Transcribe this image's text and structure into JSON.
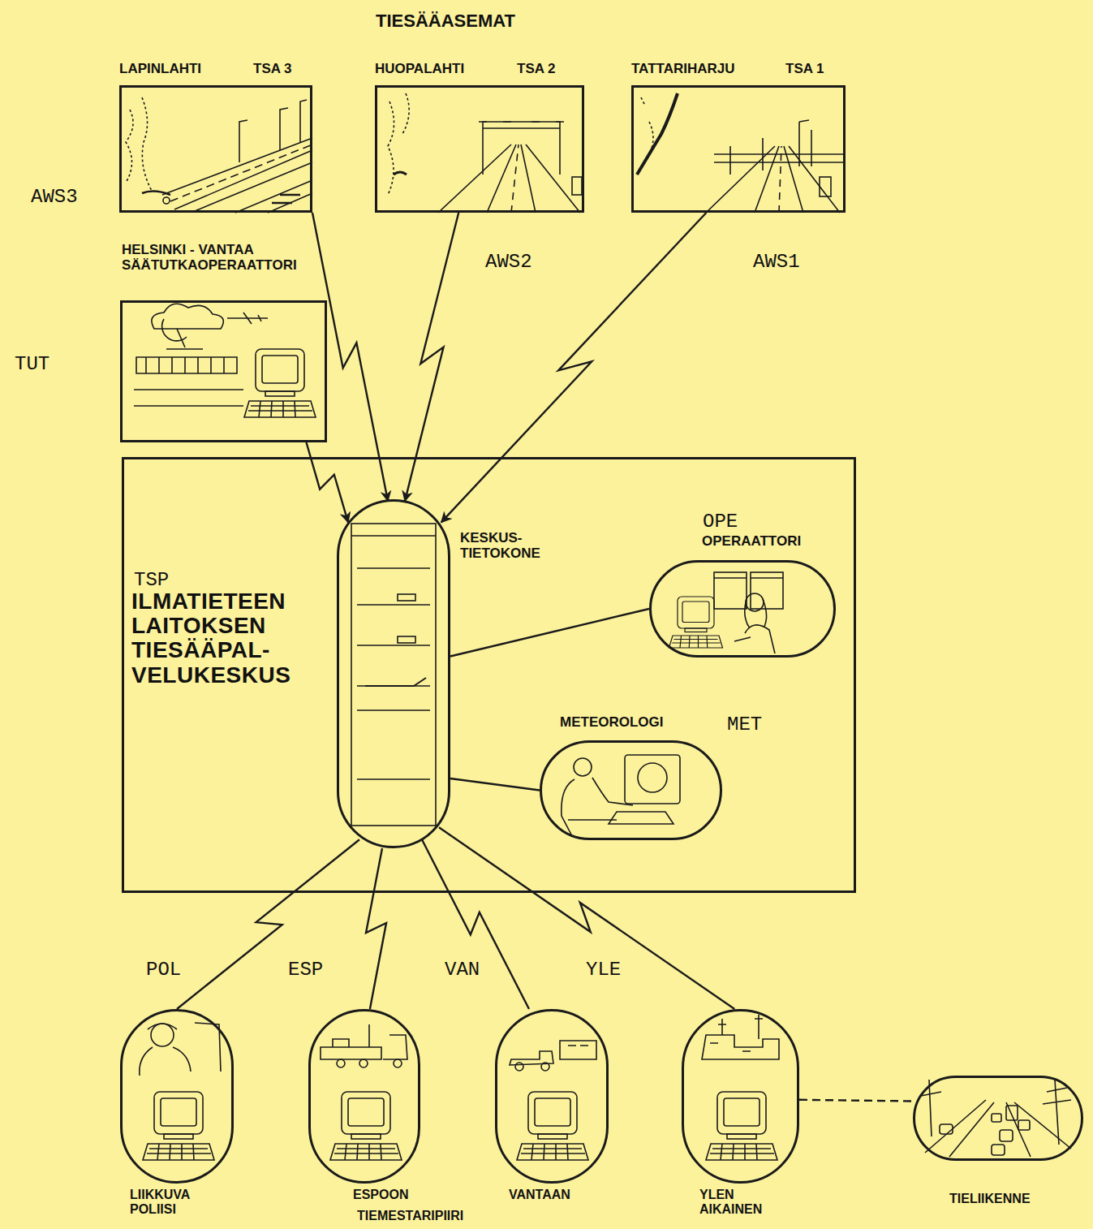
{
  "diagram": {
    "title": "TIESÄÄASEMAT",
    "nodes": [
      {
        "text": [
          "LAPINLAHTI",
          "TSA 3"
        ]
      },
      {
        "text": [
          "HUOPALAHTI",
          "TSA 2"
        ]
      },
      {
        "text": [
          "TATTARIHARJU",
          "TSA 1"
        ]
      },
      {
        "text": [
          "HELSINKI - VANTAA SÄÄTUTKAOPERAATTORI"
        ]
      },
      {
        "text": [
          "ILMATIETEEN LAITOKSEN TIESÄÄPAL- VELUKESKUS"
        ]
      },
      {
        "text": [
          "KESKUS- TIETOKONE"
        ],
        "in": 4
      },
      {
        "text": [
          "OPERAATTORI"
        ],
        "in": 4
      },
      {
        "text": [
          "METEOROLOGI"
        ],
        "in": 4
      },
      {
        "text": [
          "LIIKKUVA POLIISI"
        ]
      },
      {
        "text": [
          "ESPOON"
        ]
      },
      {
        "text": [
          "VANTAAN"
        ]
      },
      {
        "text": [
          "YLEN AIKAINEN"
        ]
      },
      {
        "text": [
          "TIELIIKENNE"
        ]
      }
    ],
    "edges": [
      {
        "from": 0,
        "to": 5,
        "arrow": "to"
      },
      {
        "from": 1,
        "to": 5,
        "arrow": "to"
      },
      {
        "from": 2,
        "to": 5,
        "arrow": "to"
      },
      {
        "from": 3,
        "to": 5,
        "arrow": "to"
      },
      {
        "from": 5,
        "to": 6,
        "arrow": "none"
      },
      {
        "from": 5,
        "to": 7,
        "arrow": "none"
      },
      {
        "from": 5,
        "to": 8,
        "arrow": "none"
      },
      {
        "from": 5,
        "to": 9,
        "arrow": "none"
      },
      {
        "from": 5,
        "to": 10,
        "arrow": "none"
      },
      {
        "from": 5,
        "to": 11,
        "arrow": "none"
      },
      {
        "from": 11,
        "to": 12,
        "arrow": "none"
      }
    ],
    "labels": [
      "AWS3",
      "AWS2",
      "AWS1",
      "TUT",
      "TSP",
      "OPE",
      "MET",
      "POL",
      "ESP",
      "VAN",
      "YLE",
      "TIEMESTARIPIIRI"
    ]
  }
}
